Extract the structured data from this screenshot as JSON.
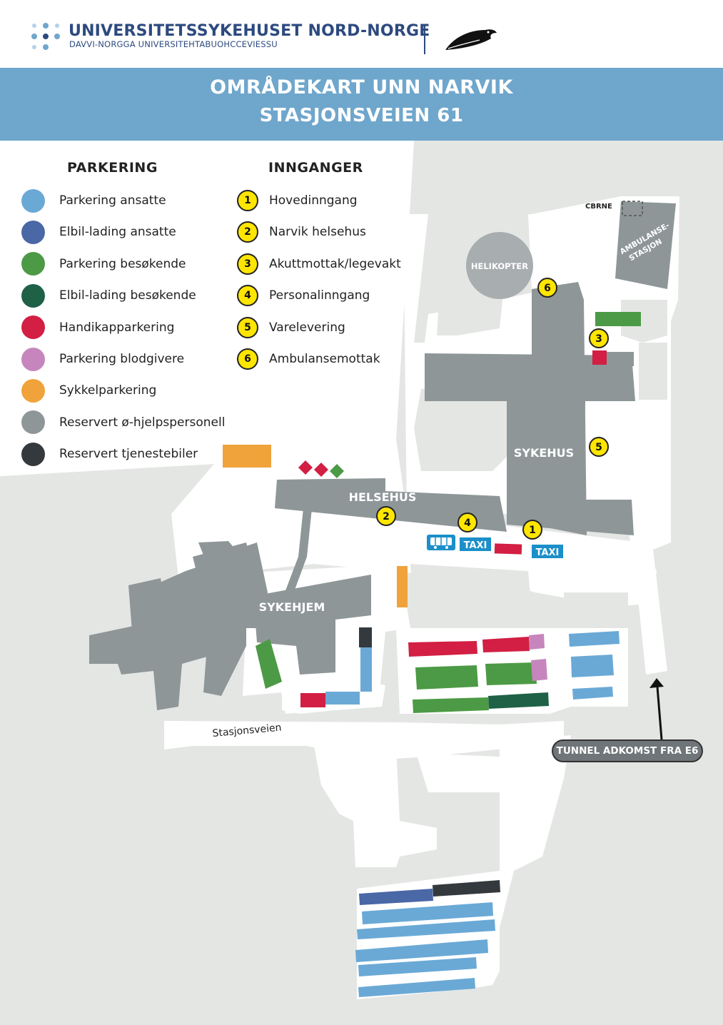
{
  "header": {
    "org_name": "UNIVERSITETSSYKEHUSET NORD-NORGE",
    "org_subtitle": "DAVVI-NORGGA UNIVERSITEHTABUOHCCEVIESSU"
  },
  "banner": {
    "title": "OMRÅDEKART UNN NARVIK",
    "address": "STASJONSVEIEN 61"
  },
  "legend_parking": {
    "title": "PARKERING",
    "items": [
      {
        "label": "Parkering ansatte",
        "color": "#6aa9d6"
      },
      {
        "label": "Elbil-lading ansatte",
        "color": "#4a67a6"
      },
      {
        "label": "Parkering besøkende",
        "color": "#4c9a45"
      },
      {
        "label": "Elbil-lading besøkende",
        "color": "#1e6147"
      },
      {
        "label": "Handikapparkering",
        "color": "#d21f43"
      },
      {
        "label": "Parkering blodgivere",
        "color": "#c686bd"
      },
      {
        "label": "Sykkelparkering",
        "color": "#f0a33b"
      },
      {
        "label": "Reservert ø-hjelpspersonell",
        "color": "#8e9698"
      },
      {
        "label": "Reservert tjenestebiler",
        "color": "#33393d"
      }
    ]
  },
  "legend_entrances": {
    "title": "INNGANGER",
    "items": [
      {
        "num": "1",
        "label": "Hovedinngang"
      },
      {
        "num": "2",
        "label": "Narvik helsehus"
      },
      {
        "num": "3",
        "label": "Akuttmottak/legevakt"
      },
      {
        "num": "4",
        "label": "Personalinngang"
      },
      {
        "num": "5",
        "label": "Varelevering"
      },
      {
        "num": "6",
        "label": "Ambulansemottak"
      }
    ]
  },
  "map": {
    "labels": {
      "sykehus": "SYKEHUS",
      "helsehus": "HELSEHUS",
      "sykehjem": "SYKEHJEM",
      "helikopter": "HELIKOPTER",
      "ambulanse_line1": "AMBULANSE-",
      "ambulanse_line2": "STASJON",
      "cbrne": "CBRNE",
      "street": "Stasjonsveien",
      "taxi": "TAXI",
      "tunnel": "TUNNEL ADKOMST FRA E6"
    }
  }
}
